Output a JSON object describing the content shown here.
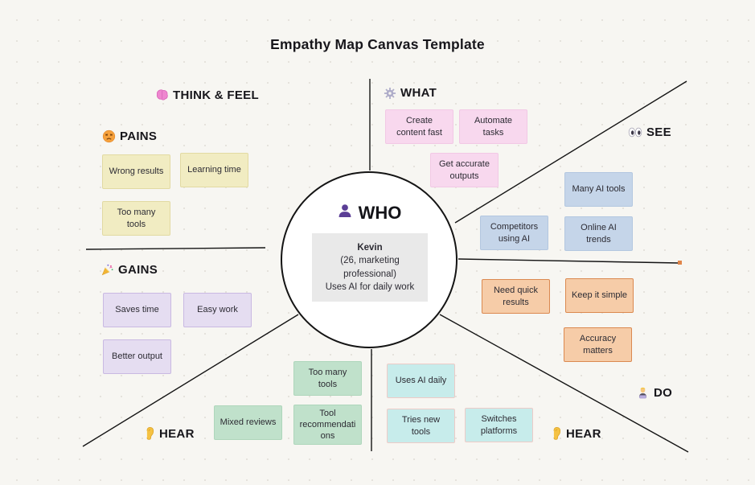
{
  "title": "Empathy Map Canvas Template",
  "who": {
    "label": "WHO",
    "name": "Kevin",
    "details": "(26, marketing professional)",
    "usage": "Uses AI for daily work"
  },
  "headers": {
    "think_feel": "THINK & FEEL",
    "pains": "PAINS",
    "gains": "GAINS",
    "what": "WHAT",
    "see": "SEE",
    "do": "DO",
    "hear_left": "HEAR",
    "hear_right": "HEAR"
  },
  "notes": {
    "pains": [
      "Wrong results",
      "Learning time",
      "Too many tools"
    ],
    "gains": [
      "Saves time",
      "Easy work",
      "Better output"
    ],
    "what": [
      "Create content fast",
      "Automate tasks",
      "Get accurate outputs"
    ],
    "see": [
      "Many AI tools",
      "Competitors using AI",
      "Online AI trends"
    ],
    "do": [
      "Need quick results",
      "Keep it simple",
      "Accuracy matters"
    ],
    "hear_left": [
      "Too many tools",
      "Mixed reviews",
      "Tool recommendations"
    ],
    "hear_right": [
      "Uses AI daily",
      "Tries new tools",
      "Switches platforms"
    ]
  },
  "icons": {
    "think_feel": "brain-icon",
    "pains": "weary-face-icon",
    "gains": "party-popper-icon",
    "what": "gear-icon",
    "see": "eyes-icon",
    "do": "technologist-icon",
    "hear": "ear-icon",
    "who": "person-icon"
  },
  "colors": {
    "background": "#f7f6f2",
    "line": "#141414",
    "note_yellow": "#f1ecc2",
    "note_purple": "#e5ddf1",
    "note_pink": "#f8d8ee",
    "note_blue": "#c5d5e9",
    "note_orange": "#f6cca8",
    "note_orange_border": "#db8950",
    "note_green": "#c0e1cb",
    "note_cyan": "#c7eceb",
    "persona_box": "#e9e9e9",
    "who_icon_purple": "#5b3e96",
    "endpoint_dot": "#e0854a"
  }
}
